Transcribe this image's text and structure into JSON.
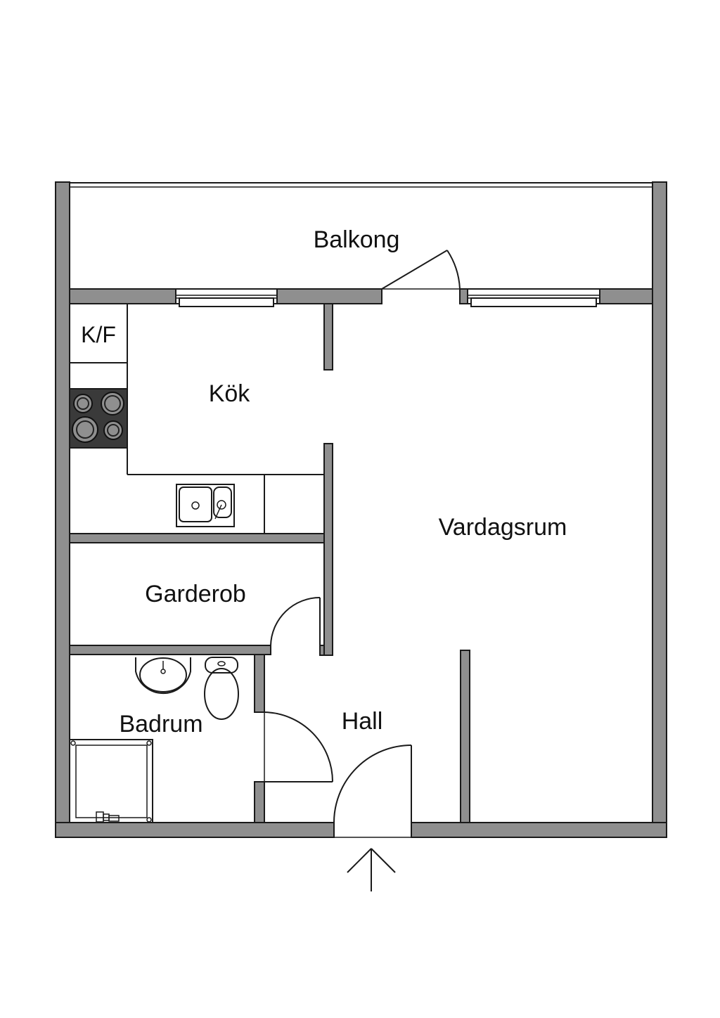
{
  "rooms": {
    "balkong": "Balkong",
    "kf": "K/F",
    "kok": "Kök",
    "vardagsrum": "Vardagsrum",
    "garderob": "Garderob",
    "badrum": "Badrum",
    "hall": "Hall"
  },
  "icons": {
    "entrance": "entrance-arrow-icon",
    "stove": "stove-icon",
    "sink": "double-sink-icon",
    "toilet": "toilet-icon",
    "washbasin": "washbasin-icon",
    "shower": "shower-icon"
  },
  "colors": {
    "wall": "#8f8f8f",
    "stove": "#3a3a3a",
    "line": "#1a1a1a"
  }
}
